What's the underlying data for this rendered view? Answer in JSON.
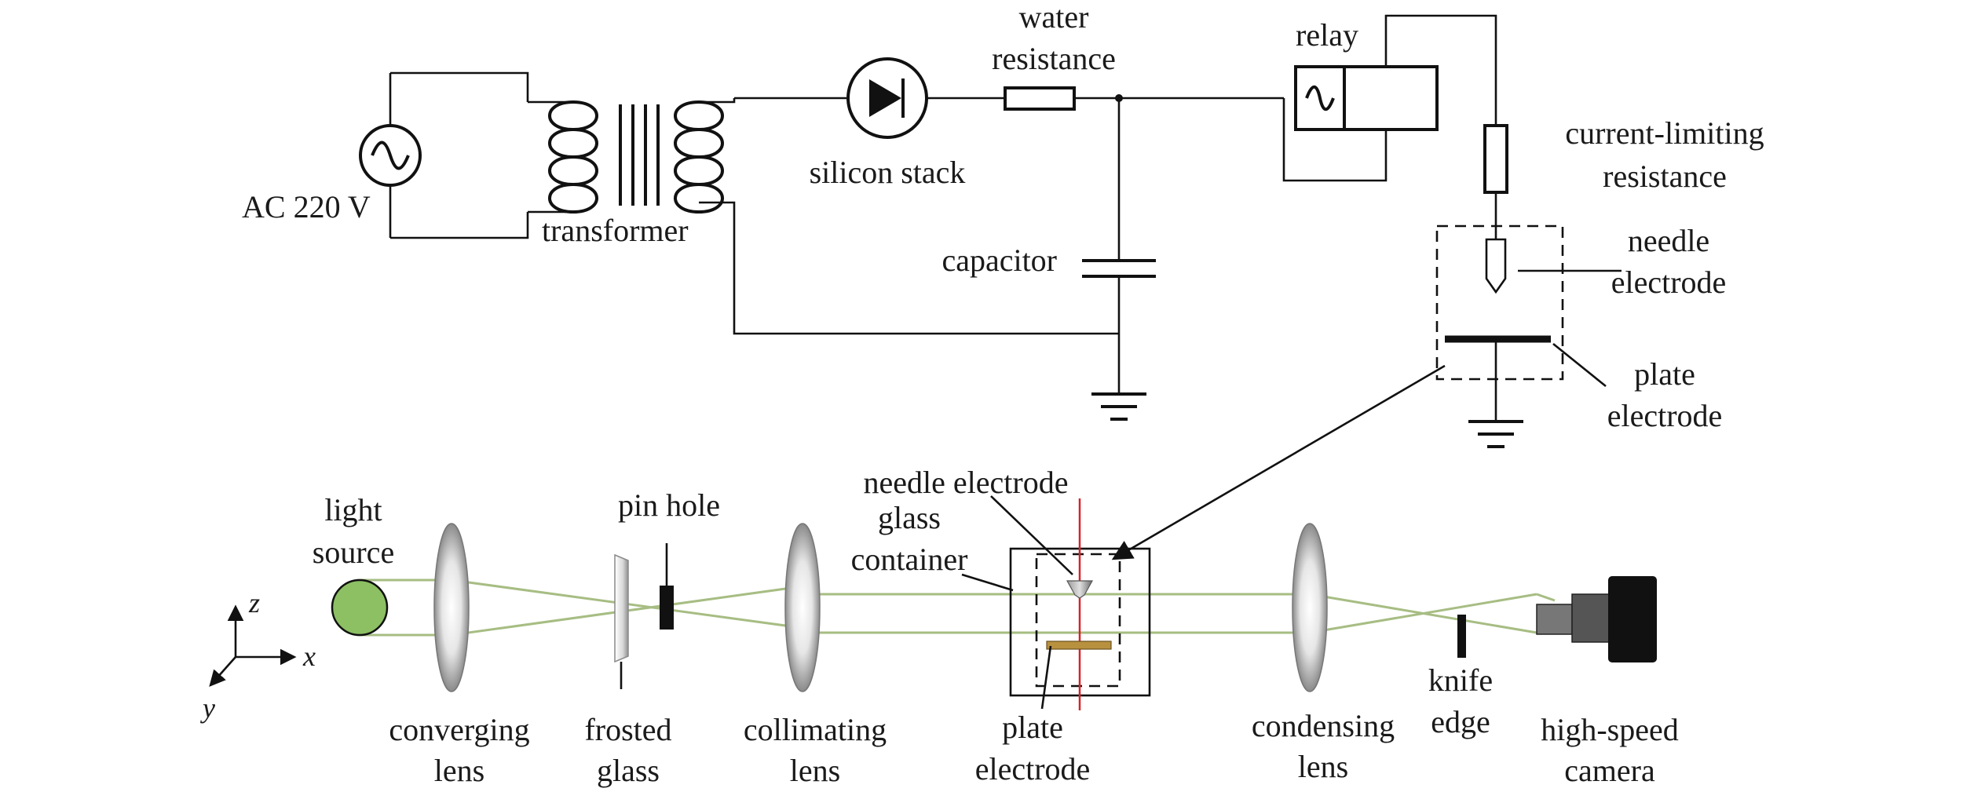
{
  "circuit": {
    "ac_source": "AC 220 V",
    "transformer": "transformer",
    "silicon_stack": "silicon stack",
    "water_resistance": [
      "water",
      "resistance"
    ],
    "relay": "relay",
    "capacitor": "capacitor",
    "current_limiting_resistance": [
      "current-limiting",
      "resistance"
    ],
    "needle_electrode": [
      "needle",
      "electrode"
    ],
    "plate_electrode": [
      "plate",
      "electrode"
    ]
  },
  "optics": {
    "light_source": [
      "light",
      "source"
    ],
    "converging_lens": [
      "converging",
      "lens"
    ],
    "pin_hole": "pin hole",
    "frosted_glass": [
      "frosted",
      "glass"
    ],
    "collimating_lens": [
      "collimating",
      "lens"
    ],
    "needle_electrode": "needle electrode",
    "glass_container": [
      "glass",
      "container"
    ],
    "plate_electrode": [
      "plate",
      "electrode"
    ],
    "condensing_lens": [
      "condensing",
      "lens"
    ],
    "knife_edge": [
      "knife",
      "edge"
    ],
    "high_speed_camera": [
      "high-speed",
      "camera"
    ]
  },
  "axes": {
    "x": "x",
    "y": "y",
    "z": "z"
  },
  "colors": {
    "light_source": "#8cc063",
    "light_ray": "#a7bd83",
    "schlieren_axis": "#d6232a",
    "plate": "#b8913f",
    "camera": "#111111"
  }
}
